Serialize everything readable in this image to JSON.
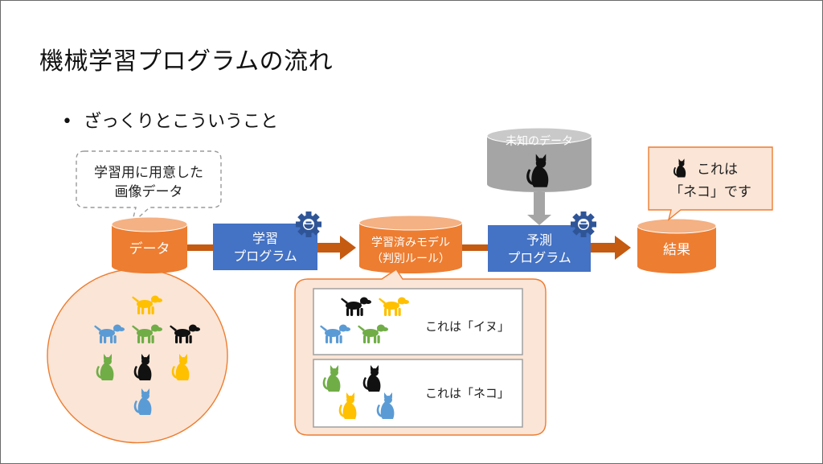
{
  "slide": {
    "title": "機械学習プログラムの流れ",
    "bullet": "ざっくりとこういうこと"
  },
  "callouts": {
    "training_data_line1": "学習用に用意した",
    "training_data_line2": "画像データ",
    "result_line1": "これは",
    "result_line2": "「ネコ」です"
  },
  "flow": {
    "data": "データ",
    "learning_program_line1": "学習",
    "learning_program_line2": "プログラム",
    "trained_model_line1": "学習済みモデル",
    "trained_model_line2": "（判別ルール）",
    "unknown_data": "未知のデータ",
    "prediction_program_line1": "予測",
    "prediction_program_line2": "プログラム",
    "result": "結果"
  },
  "model_rules": {
    "dog_rule": "これは「イヌ」",
    "cat_rule": "これは「ネコ」"
  },
  "colors": {
    "orange": "#ED7D31",
    "blue": "#4472C4",
    "gray": "#A5A5A5",
    "light_orange": "#FBE5D6",
    "dog_yellow": "#FFC000",
    "dog_blue": "#5B9BD5",
    "dog_green": "#70AD47",
    "black": "#111111"
  }
}
